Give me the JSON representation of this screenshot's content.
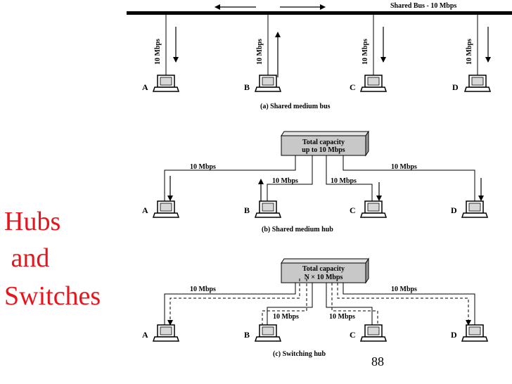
{
  "slide_title": {
    "line1": "Hubs",
    "line2": " and",
    "line3": "Switches"
  },
  "page_number": "88",
  "diagram_a": {
    "bus_label": "Shared Bus - 10 Mbps",
    "rate_label": "10 Mbps",
    "stations": [
      "A",
      "B",
      "C",
      "D"
    ],
    "caption": "(a) Shared medium bus"
  },
  "diagram_b": {
    "box_line1": "Total capacity",
    "box_line2": "up to 10 Mbps",
    "rate_label": "10 Mbps",
    "stations": [
      "A",
      "B",
      "C",
      "D"
    ],
    "caption": "(b) Shared medium hub"
  },
  "diagram_c": {
    "box_line1": "Total capacity",
    "box_line2": "N × 10 Mbps",
    "rate_label": "10 Mbps",
    "stations": [
      "A",
      "B",
      "C",
      "D"
    ],
    "caption": "(c) Switching hub"
  },
  "icons": [
    "computer-icon",
    "arrow-icon",
    "hub-box-icon"
  ]
}
